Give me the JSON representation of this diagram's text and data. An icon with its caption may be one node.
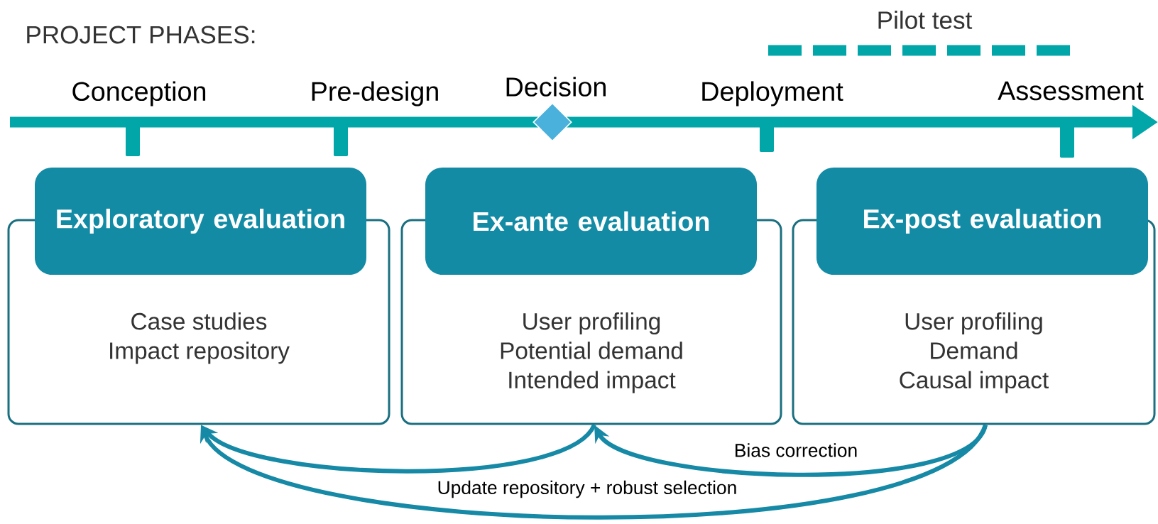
{
  "diagram": {
    "nodes": [
      {
        "text": [
          "Exploratory evaluation"
        ]
      },
      {
        "text": [
          "Case studies",
          "Impact repository"
        ]
      },
      {
        "text": [
          "Ex-ante evaluation"
        ]
      },
      {
        "text": [
          "User profiling",
          "Potential demand",
          "Intended impact"
        ]
      },
      {
        "text": [
          "Ex-post evaluation"
        ]
      },
      {
        "text": [
          "User profiling",
          "Demand",
          "Causal impact"
        ]
      }
    ],
    "edges": [
      {
        "from": 5,
        "to": 3,
        "arrow": "to",
        "label": "Bias correction"
      },
      {
        "from": 3,
        "to": 1,
        "arrow": "to"
      },
      {
        "from": 5,
        "to": 1,
        "arrow": "to",
        "label": "Update repository + robust selection"
      }
    ],
    "labels": [
      "PROJECT PHASES:",
      "Pilot test",
      "Conception",
      "Pre-design",
      "Decision",
      "Deployment",
      "Assessment"
    ]
  }
}
